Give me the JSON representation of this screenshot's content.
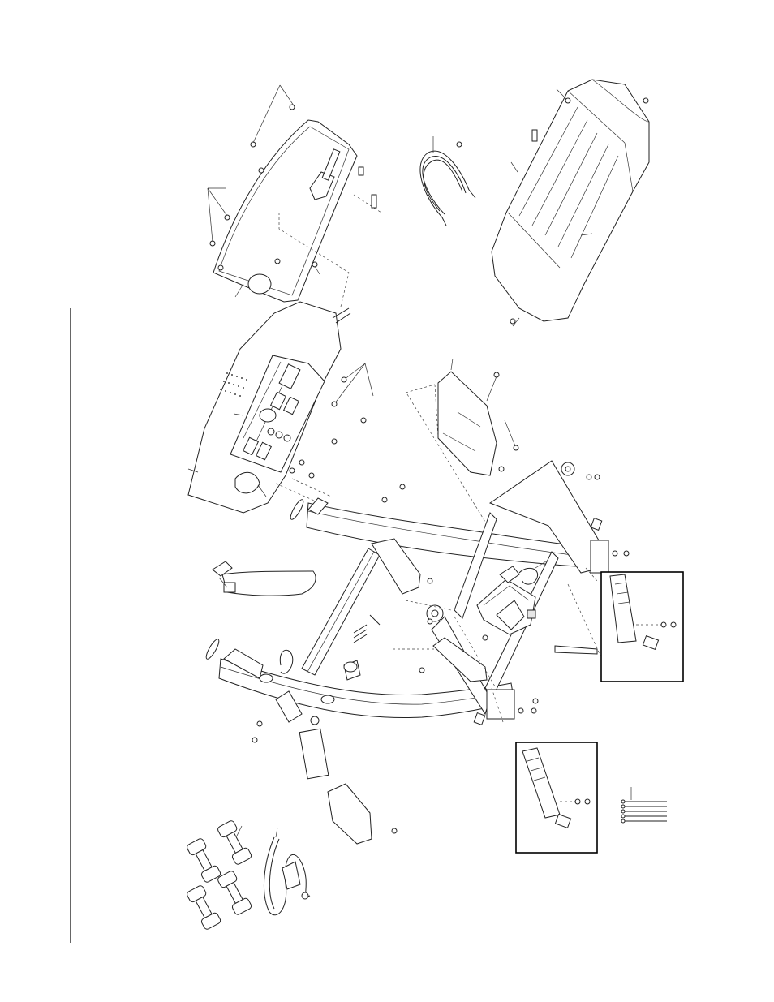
{
  "page": {
    "background": "#ffffff",
    "line_color": "#222222"
  },
  "diagram": {
    "type": "exploded-parts-view",
    "parts": [
      {
        "name": "upper-shroud",
        "icon": "shroud-icon"
      },
      {
        "name": "console",
        "icon": "console-icon"
      },
      {
        "name": "motor-hood",
        "icon": "hood-icon"
      },
      {
        "name": "wire-harness",
        "icon": "cable-icon"
      },
      {
        "name": "upright-frame",
        "icon": "frame-icon"
      },
      {
        "name": "crossbar",
        "icon": "crossbar-icon"
      },
      {
        "name": "base-frame",
        "icon": "base-icon"
      },
      {
        "name": "handrail-left",
        "icon": "handrail-icon"
      },
      {
        "name": "handrail-right",
        "icon": "handrail-icon"
      },
      {
        "name": "motor-shield",
        "icon": "shield-icon"
      },
      {
        "name": "extension-leg-detail-a",
        "icon": "leg-icon"
      },
      {
        "name": "extension-leg-detail-b",
        "icon": "leg-icon"
      },
      {
        "name": "dumbbells",
        "icon": "dumbbell-icon"
      },
      {
        "name": "strap",
        "icon": "strap-icon"
      },
      {
        "name": "cable-ties",
        "icon": "tie-icon"
      },
      {
        "name": "hardware-bolts",
        "icon": "bolt-icon"
      }
    ]
  }
}
